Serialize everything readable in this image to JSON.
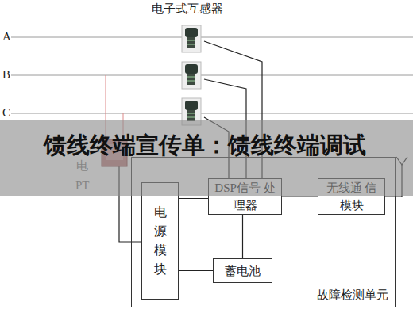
{
  "diagram": {
    "title": "电子式互感器",
    "nodes": [
      {
        "text": [
          "故障检测单元"
        ]
      },
      {
        "text": [
          "电源模块"
        ],
        "in": 0
      },
      {
        "text": [
          "DSP信号 处理器"
        ],
        "in": 0
      },
      {
        "text": [
          "无线通 信模块"
        ],
        "in": 0
      },
      {
        "text": [
          "蓄电池"
        ],
        "in": 0
      }
    ],
    "edges": [
      {
        "from": 1,
        "to": 2,
        "arrow": "none"
      },
      {
        "from": 2,
        "to": 3,
        "arrow": "none"
      },
      {
        "from": 2,
        "to": 4,
        "arrow": "none"
      },
      {
        "from": 4,
        "to": 1,
        "arrow": "none"
      }
    ],
    "labels": [
      "A",
      "B",
      "C",
      "电",
      "PT",
      "馈线终端宣传单：馈线终端调试"
    ]
  }
}
